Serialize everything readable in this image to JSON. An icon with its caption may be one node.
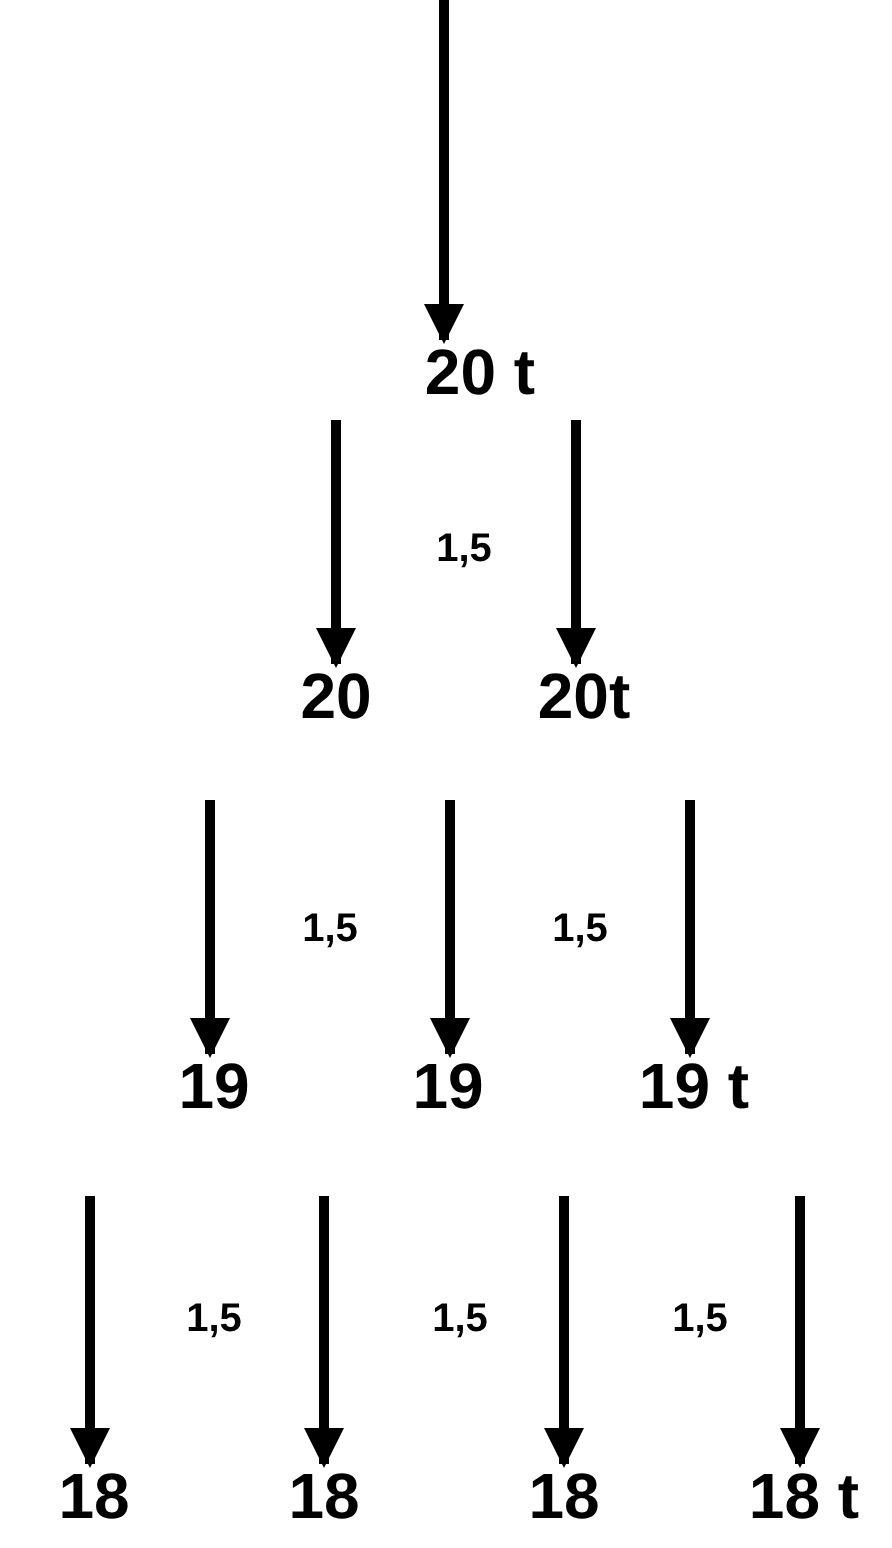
{
  "diagram": {
    "nodes": [
      {
        "text": [
          "20 t"
        ]
      },
      {
        "text": [
          "20"
        ]
      },
      {
        "text": [
          "20t"
        ]
      },
      {
        "text": [
          "19"
        ]
      },
      {
        "text": [
          "19"
        ]
      },
      {
        "text": [
          "19 t"
        ]
      },
      {
        "text": [
          "18"
        ]
      },
      {
        "text": [
          "18"
        ]
      },
      {
        "text": [
          "18"
        ]
      },
      {
        "text": [
          "18 t"
        ]
      }
    ],
    "edges": [
      {
        "from": null,
        "to": 0,
        "arrow": "to"
      },
      {
        "from": null,
        "to": 1,
        "arrow": "to"
      },
      {
        "from": null,
        "to": 2,
        "arrow": "to"
      },
      {
        "from": null,
        "to": 3,
        "arrow": "to"
      },
      {
        "from": null,
        "to": 4,
        "arrow": "to"
      },
      {
        "from": null,
        "to": 5,
        "arrow": "to"
      },
      {
        "from": null,
        "to": 6,
        "arrow": "to"
      },
      {
        "from": null,
        "to": 7,
        "arrow": "to"
      },
      {
        "from": null,
        "to": 8,
        "arrow": "to"
      },
      {
        "from": null,
        "to": 9,
        "arrow": "to"
      }
    ],
    "labels": [
      "1,5",
      "1,5",
      "1,5",
      "1,5",
      "1,5",
      "1,5"
    ]
  }
}
